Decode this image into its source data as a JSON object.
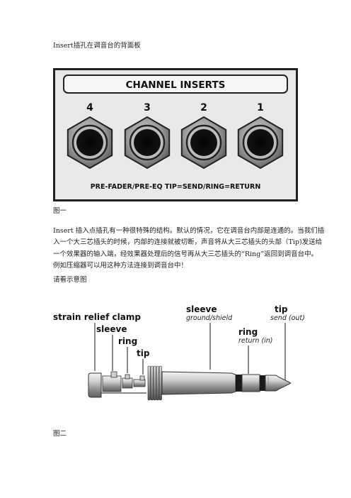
{
  "heading": "Insert插孔在调音台的背面板",
  "panel": {
    "title": "CHANNEL INSERTS",
    "jacks": [
      "4",
      "3",
      "2",
      "1"
    ],
    "footer": "PRE-FADER/PRE-EQ  TIP=SEND/RING=RETURN"
  },
  "caption1": "图一",
  "paragraph": [
    "Insert 插入点插孔有一种很特殊的结构。默认的情况，它在调音台内部是连通的。当我们插",
    "入一个大三芯插头的时候，内部的连接就被切断，声音将从大三芯插头的头部（Tip)发送给",
    "一个效果器的输入端，经效果器处理后的信号再从大三芯插头的“Ring”返回到调音台中。",
    "例如压缩器可以用这种方法连接到调音台中！"
  ],
  "prompt": "请看示意图",
  "plug": {
    "strain_relief": "strain relief clamp",
    "sleeve_small": "sleeve",
    "ring_small": "ring",
    "tip_small": "tip",
    "sleeve": "sleeve",
    "sleeve_sub": "ground/shield",
    "ring": "ring",
    "ring_sub": "return (in)",
    "tip": "tip",
    "tip_sub": "send (out)"
  },
  "caption2": "图二"
}
